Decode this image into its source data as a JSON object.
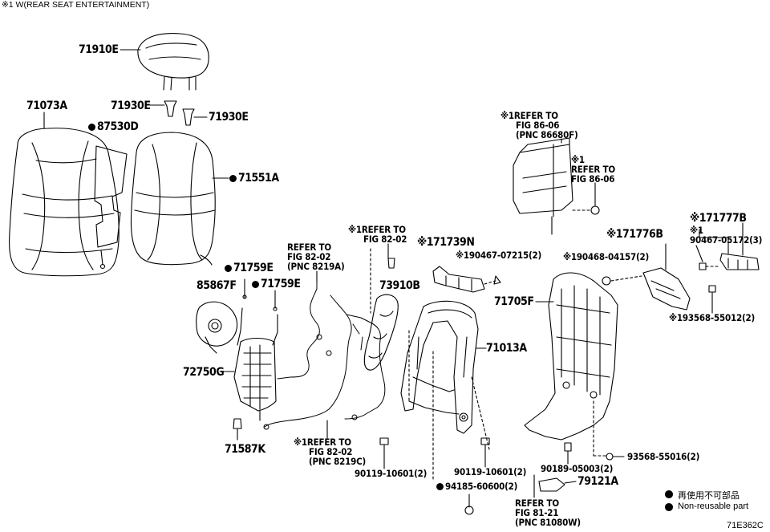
{
  "header_note": "※1 W(REAR SEAT ENTERTAINMENT)",
  "figure_id": "71E362C",
  "legend": {
    "jp": "再使用不可部品",
    "en": "Non-reusable part"
  },
  "labels": {
    "p71910E": "71910E",
    "p71073A": "71073A",
    "p71930E_a": "71930E",
    "p71930E_b": "71930E",
    "p87530D": "87530D",
    "p71551A": "71551A",
    "p71759E_a": "71759E",
    "p71759E_b": "71759E",
    "p85867F": "85867F",
    "p72750G": "72750G",
    "p71587K": "71587K",
    "ref_8219A_1": "REFER TO",
    "ref_8219A_2": "FIG 82-02",
    "ref_8219A_3": "(PNC 8219A)",
    "ref_8202_top_1": "※1REFER TO",
    "ref_8202_top_2": "FIG 82-02",
    "p73910B": "73910B",
    "ref_8219C_1": "※1REFER TO",
    "ref_8219C_2": "FIG 82-02",
    "ref_8219C_3": "(PNC 8219C)",
    "p90119_a": "90119-10601(2)",
    "p71739N": "※171739N",
    "p90467_07215": "※190467-07215(2)",
    "p71013A": "71013A",
    "p90119_b": "90119-10601(2)",
    "p94185": "94185-60600(2)",
    "ref_86680F_1": "※1REFER TO",
    "ref_86680F_2": "FIG 86-06",
    "ref_86680F_3": "(PNC 86680F)",
    "ref_8606_1": "※1",
    "ref_8606_2": "REFER TO",
    "ref_8606_3": "FIG 86-06",
    "p71777B": "※171777B",
    "p71776B": "※171776B",
    "p90467_05172_1": "※1",
    "p90467_05172_2": "90467-05172(3)",
    "p90468": "※190468-04157(2)",
    "p71705F": "71705F",
    "p93568_55012": "※193568-55012(2)",
    "p93568_55016": "93568-55016(2)",
    "p90189": "90189-05003(2)",
    "p79121A": "79121A",
    "ref_81080W_1": "REFER TO",
    "ref_81080W_2": "FIG 81-21",
    "ref_81080W_3": "(PNC 81080W)"
  }
}
